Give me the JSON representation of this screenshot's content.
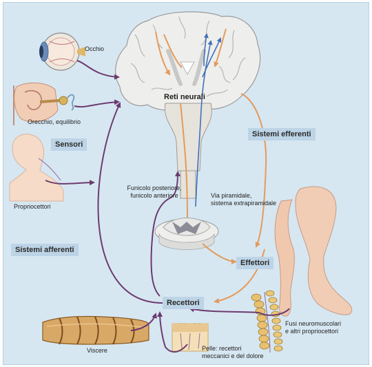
{
  "labels": {
    "occhio": "Occhio",
    "orecchio": "Orecchio, equilibrio",
    "sensori": "Sensori",
    "propriocettori": "Propriocettori",
    "sistemi_afferenti": "Sistemi afferenti",
    "reti_neurali": "Reti neurali",
    "sistemi_efferenti": "Sistemi efferenti",
    "funicolo_1": "Funicolo posteriore,",
    "funicolo_2": "funicolo anteriore",
    "via_1": "Via piramidale,",
    "via_2": "sistema extrapiramidale",
    "effettori": "Effettori",
    "recettori": "Recettori",
    "fusi_1": "Fusi neuromuscolari",
    "fusi_2": "e altri propriocettori",
    "pelle_1": "Pelle: recettori",
    "pelle_2": "meccanici e del dolore",
    "viscere": "Viscere"
  },
  "colors": {
    "background": "#d7e7f2",
    "afferent_arrow": "#6b3a6e",
    "efferent_arrow": "#e39a5a",
    "pyramidal_arrow": "#3f70b8",
    "label_box": "#bcd4e6",
    "brain": "#eeeeec",
    "skin": "#f2cdb5"
  }
}
